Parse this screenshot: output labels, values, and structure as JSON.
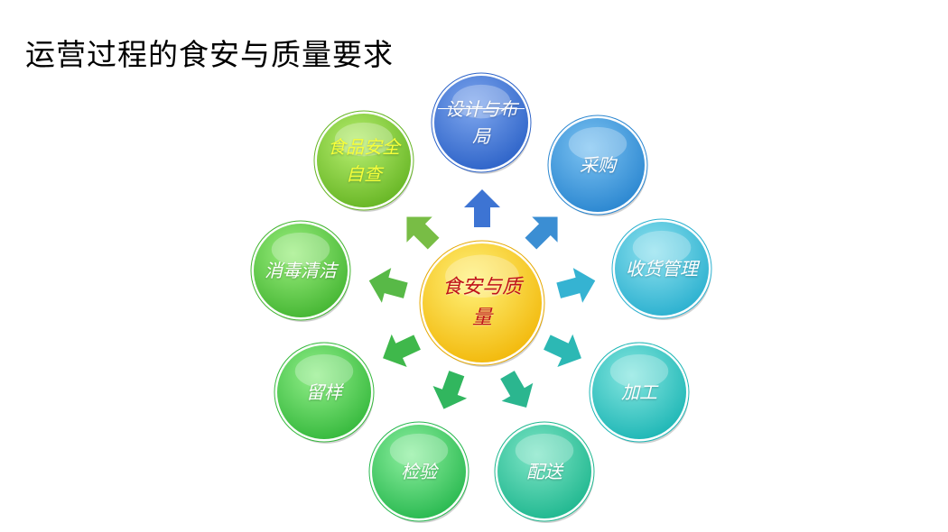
{
  "title": "运营过程的食安与质量要求",
  "hub": {
    "label": "食安与质量",
    "text_color": "#c0141a",
    "fill_light": "#fff27a",
    "fill_dark": "#f2b80a",
    "ring": "#e6a800"
  },
  "nodes": [
    {
      "id": "design",
      "label": "设计与布局",
      "text_color": "#ffffff",
      "fill_light": "#7fa7ee",
      "fill_dark": "#2d63c8",
      "arrow": "#3d74d3",
      "strikethrough": true
    },
    {
      "id": "purchase",
      "label": "采购",
      "text_color": "#ffffff",
      "fill_light": "#7dc3f2",
      "fill_dark": "#2a86d0",
      "arrow": "#3b8ed3",
      "strikethrough": false
    },
    {
      "id": "receiving",
      "label": "收货管理",
      "text_color": "#ffffff",
      "fill_light": "#8fe1ef",
      "fill_dark": "#2ab0cf",
      "arrow": "#35b3d2",
      "strikethrough": false
    },
    {
      "id": "processing",
      "label": "加工",
      "text_color": "#ffffff",
      "fill_light": "#86e6e0",
      "fill_dark": "#1db6b5",
      "arrow": "#2cb8b4",
      "strikethrough": false
    },
    {
      "id": "delivery",
      "label": "配送",
      "text_color": "#ffffff",
      "fill_light": "#7fe5c6",
      "fill_dark": "#1fb78f",
      "arrow": "#2bb68f",
      "strikethrough": false
    },
    {
      "id": "inspection",
      "label": "检验",
      "text_color": "#ffffff",
      "fill_light": "#8ff0a0",
      "fill_dark": "#28b84f",
      "arrow": "#31b65e",
      "strikethrough": false
    },
    {
      "id": "sample",
      "label": "留样",
      "text_color": "#ffffff",
      "fill_light": "#93ef8a",
      "fill_dark": "#35b83c",
      "arrow": "#3fb84b",
      "strikethrough": false
    },
    {
      "id": "disinfect",
      "label": "消毒清洁",
      "text_color": "#ffffff",
      "fill_light": "#9cef7f",
      "fill_dark": "#44b532",
      "arrow": "#58b947",
      "strikethrough": false
    },
    {
      "id": "selfcheck",
      "label": "食品安全自查",
      "text_color": "#f6ff3a",
      "fill_light": "#b8ef70",
      "fill_dark": "#66b524",
      "arrow": "#78bd45",
      "strikethrough": false
    }
  ]
}
